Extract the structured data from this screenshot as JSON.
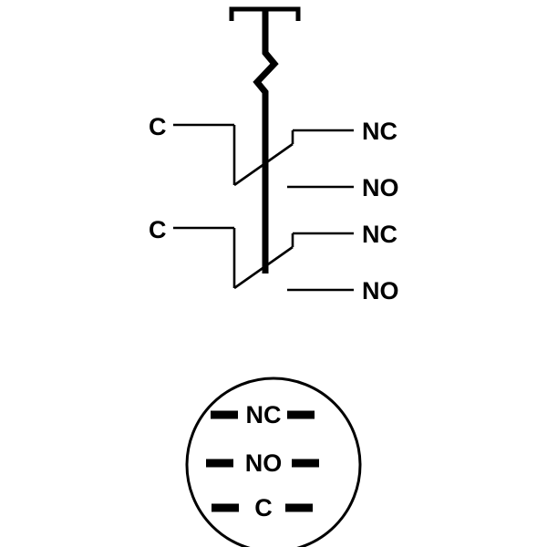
{
  "diagram": {
    "colors": {
      "line": "#000000",
      "background": "#ffffff"
    },
    "poles": [
      {
        "common": "C",
        "nc": "NC",
        "no": "NO"
      },
      {
        "common": "C",
        "nc": "NC",
        "no": "NO"
      }
    ],
    "terminal_rows": [
      "NC",
      "NO",
      "C"
    ]
  }
}
